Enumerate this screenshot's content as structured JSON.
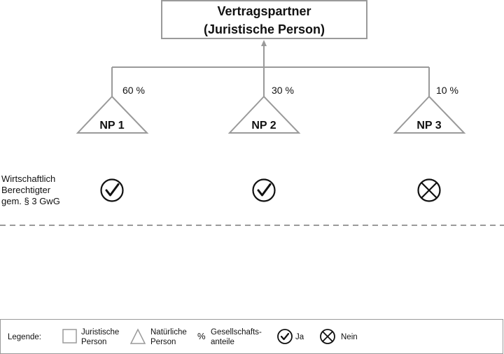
{
  "root": {
    "title_line1": "Vertragspartner",
    "title_line2": "(Juristische Person)"
  },
  "persons": [
    {
      "label": "NP 1",
      "share": "60 %",
      "beneficial_owner": true
    },
    {
      "label": "NP 2",
      "share": "30 %",
      "beneficial_owner": true
    },
    {
      "label": "NP 3",
      "share": "10 %",
      "beneficial_owner": false
    }
  ],
  "beneficial_owner_label": {
    "line1": "Wirtschaftlich",
    "line2": "Berechtigter",
    "line3": "gem. § 3 GwG"
  },
  "legend": {
    "title": "Legende:",
    "juristic_line1": "Juristische",
    "juristic_line2": "Person",
    "natural_line1": "Natürliche",
    "natural_line2": "Person",
    "percent_symbol": "%",
    "shares_line1": "Gesellschafts-",
    "shares_line2": "anteile",
    "yes": "Ja",
    "no": "Nein"
  },
  "colors": {
    "line": "#9a9a9a",
    "stroke_dark": "#111111",
    "divider": "#9a9a9a"
  },
  "icons": {
    "yes": "check-circle-icon",
    "no": "x-circle-icon"
  }
}
